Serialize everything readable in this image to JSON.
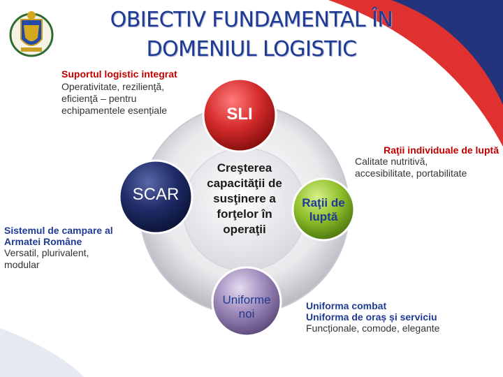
{
  "title": {
    "line1": "OBIECTIV FUNDAMENTAL ÎN",
    "line2": "DOMENIUL LOGISTIC"
  },
  "top_left": {
    "heading": "Suportul logistic integrat",
    "line1": "Operativitate, rezilienţă,",
    "line2": "eficienţă – pentru",
    "line3": "echipamentele esențiale"
  },
  "left": {
    "heading1": "Sistemul de campare al",
    "heading2": "Armatei Române",
    "line1": "Versatil, plurivalent,",
    "line2": "modular"
  },
  "right_top": {
    "heading": "Raţii individuale de luptă",
    "line1": "Calitate nutritivă,",
    "line2": "accesibilitate, portabilitate"
  },
  "bottom_right": {
    "line1": "Uniforma combat",
    "line2": "Uniforma de oraș și serviciu",
    "line3": "Funcționale, comode, elegante"
  },
  "center": {
    "line1": "Creşterea",
    "line2": "capacităţii de",
    "line3": "susţinere a",
    "line4": "forţelor în",
    "line5": "operaţii"
  },
  "orbs": {
    "top": "SLI",
    "left": "SCAR",
    "right_line1": "Raţii de",
    "right_line2": "luptă",
    "bottom_line1": "Uniforme",
    "bottom_line2": "noi"
  },
  "colors": {
    "title": "#1f3a93",
    "red_heading": "#c00000",
    "blue_heading": "#1f3a93",
    "orb_red": "#d42b2b",
    "orb_navy": "#1e2b66",
    "orb_green": "#8fbf2a",
    "orb_purple": "#9b86b8",
    "corner_navy": "#24347c",
    "corner_red": "#e03131"
  },
  "icons": {
    "logo": "coat-of-arms-icon"
  }
}
